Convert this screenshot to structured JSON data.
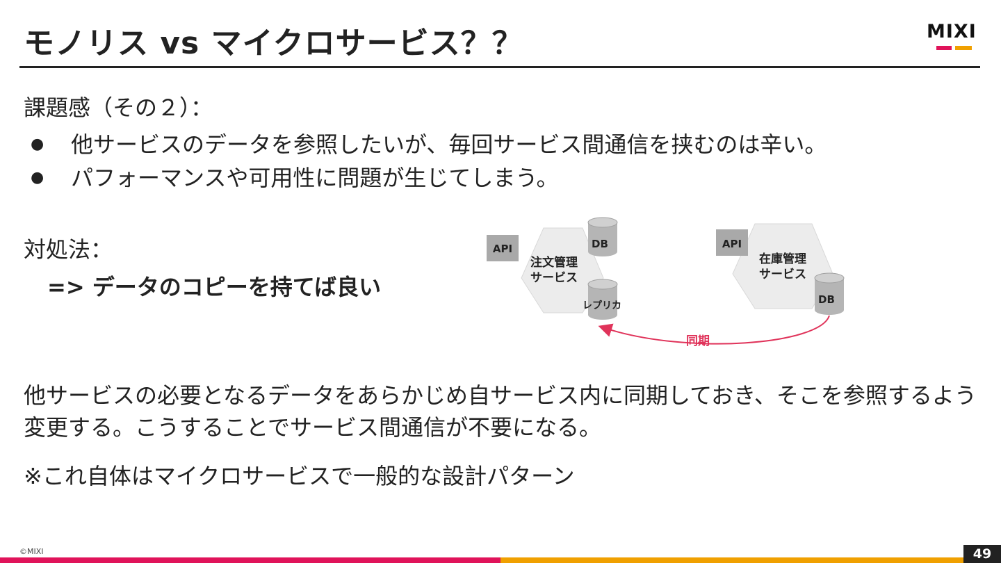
{
  "slide": {
    "title": "モノリス vs マイクロサービス？？",
    "logo_text": "MIXI",
    "issue_label": "課題感（その２）：",
    "bullets": [
      "他サービスのデータを参照したいが、毎回サービス間通信を挟むのは辛い。",
      "パフォーマンスや可用性に問題が生じてしまう。"
    ],
    "bullet_marker": "●",
    "solution_label": "対処法：",
    "solution_text": "=> データのコピーを持てば良い",
    "description": "他サービスの必要となるデータをあらかじめ自サービス内に同期しておき、そこを参照するよう変更する。こうすることでサービス間通信が不要になる。",
    "note": "※これ自体はマイクロサービスで一般的な設計パターン",
    "copyright": "©MIXI",
    "page_number": "49"
  },
  "diagram": {
    "order_service": {
      "api_label": "API",
      "name_line1": "注文管理",
      "name_line2": "サービス",
      "db_label": "DB",
      "replica_label": "レプリカ"
    },
    "inventory_service": {
      "api_label": "API",
      "name_line1": "在庫管理",
      "name_line2": "サービス",
      "db_label": "DB"
    },
    "sync_label": "同期",
    "colors": {
      "hexagon": "#ececec",
      "api_box": "#a9a9a9",
      "db": "#b5b5b5",
      "sync_arrow": "#e0335a"
    }
  },
  "colors": {
    "accent_pink": "#e0135a",
    "accent_orange": "#f0a000",
    "text": "#222222"
  }
}
